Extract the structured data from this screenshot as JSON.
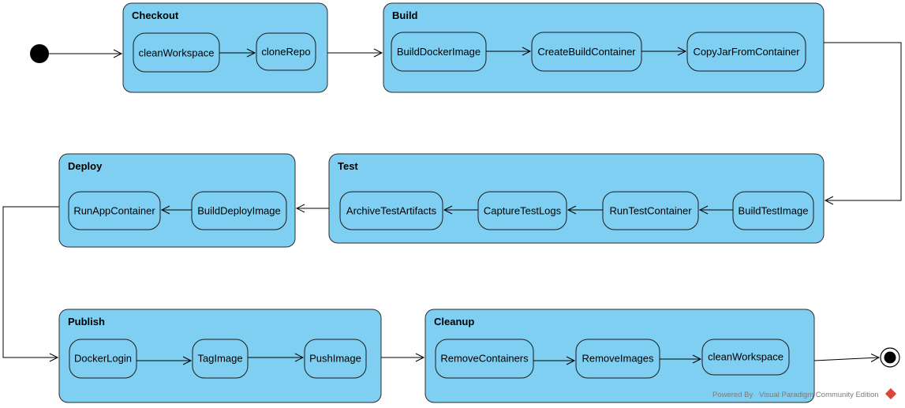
{
  "stages": [
    {
      "id": "checkout",
      "title": "Checkout",
      "actions": [
        "cleanWorkspace",
        "cloneRepo"
      ]
    },
    {
      "id": "build",
      "title": "Build",
      "actions": [
        "BuildDockerImage",
        "CreateBuildContainer",
        "CopyJarFromContainer"
      ]
    },
    {
      "id": "test",
      "title": "Test",
      "actions": [
        "BuildTestImage",
        "RunTestContainer",
        "CaptureTestLogs",
        "ArchiveTestArtifacts"
      ]
    },
    {
      "id": "deploy",
      "title": "Deploy",
      "actions": [
        "BuildDeployImage",
        "RunAppContainer"
      ]
    },
    {
      "id": "publish",
      "title": "Publish",
      "actions": [
        "DockerLogin",
        "TagImage",
        "PushImage"
      ]
    },
    {
      "id": "cleanup",
      "title": "Cleanup",
      "actions": [
        "RemoveContainers",
        "RemoveImages",
        "cleanWorkspace"
      ]
    }
  ],
  "footer": {
    "powered_by": "Powered By",
    "product": "Visual Paradigm Community Edition"
  },
  "colors": {
    "fill": "#7ecff2",
    "stroke": "#1a1a1a",
    "logo": "#d9463a"
  }
}
